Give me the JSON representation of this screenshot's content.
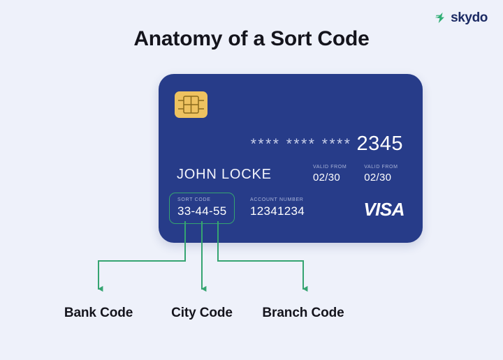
{
  "brand": {
    "name": "skydo",
    "mark_icon": "skydo-lightning-icon",
    "mark_color": "#2fae74",
    "text_color": "#1b2a63"
  },
  "page": {
    "title": "Anatomy of a Sort Code",
    "background_color": "#eef1fa",
    "accent_color": "#35a471",
    "card_color": "#273c89"
  },
  "card": {
    "chip_icon": "emv-chip-icon",
    "chip_color": "#eec260",
    "number_masked": "**** **** ****",
    "number_last4": "2345",
    "holder_name": "JOHN LOCKE",
    "valid": [
      {
        "label": "VALID FROM",
        "value": "02/30"
      },
      {
        "label": "VALID FROM",
        "value": "02/30"
      }
    ],
    "sort_code": {
      "label": "SORT CODE",
      "value": "33-44-55",
      "highlight_color": "#35a471"
    },
    "account_number": {
      "label": "ACCOUNT NUMBER",
      "value": "12341234"
    },
    "network_brand": "VISA"
  },
  "callouts": [
    {
      "label": "Bank Code"
    },
    {
      "label": "City Code"
    },
    {
      "label": "Branch Code"
    }
  ]
}
